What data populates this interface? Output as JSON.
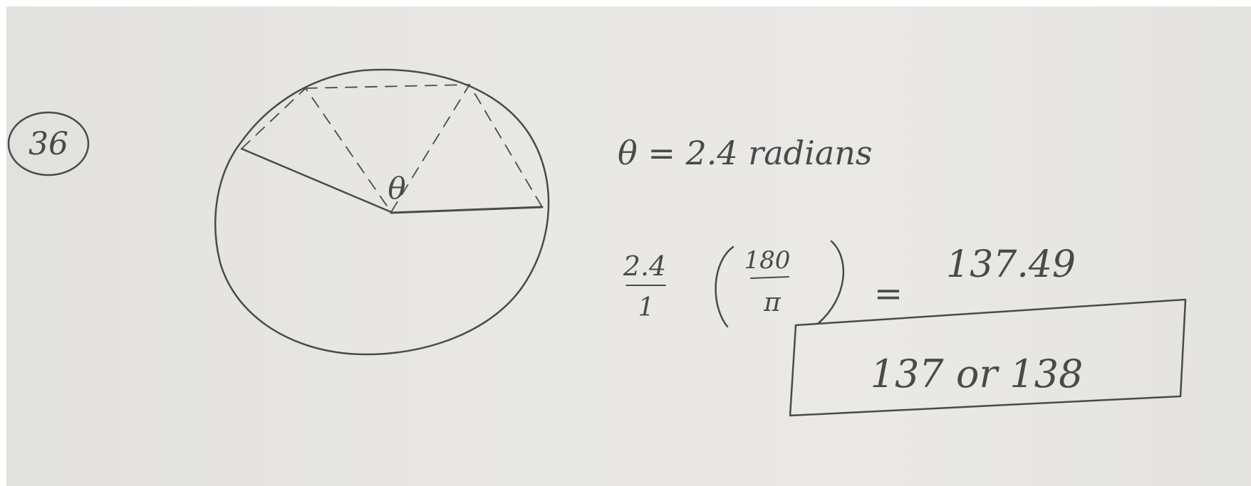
{
  "problem_number": "36",
  "diagram": {
    "angle_symbol": "θ"
  },
  "given": "θ = 2.4 radians",
  "conversion": {
    "numerator": "2.4",
    "denominator": "1",
    "factor_numerator": "180",
    "factor_denominator": "π",
    "equals": "=",
    "result": "137.49"
  },
  "boxed_answer": "137 or 138"
}
